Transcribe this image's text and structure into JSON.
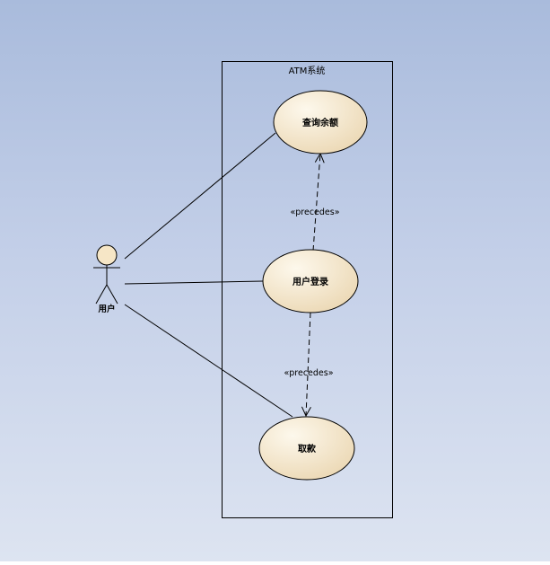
{
  "diagram": {
    "system_boundary": {
      "title": "ATM系统"
    },
    "actor": {
      "name": "用户"
    },
    "use_cases": {
      "check_balance": "查询余额",
      "login": "用户登录",
      "withdraw": "取款"
    },
    "relationships": {
      "login_to_check_balance": "«precedes»",
      "login_to_withdraw": "«precedes»"
    },
    "colors": {
      "use_case_fill_light": "#fdf8ec",
      "use_case_fill_dark": "#ecd9b6",
      "actor_head_fill": "#f6e6c6",
      "line": "#000000"
    }
  }
}
